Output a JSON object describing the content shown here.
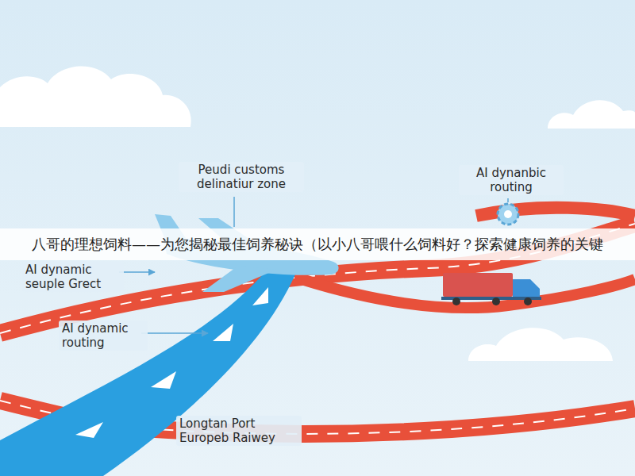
{
  "diagram": {
    "labels": [
      "Peudi customs delinatiur zone",
      "AI dynanbic routing",
      "AI dynamic seuple Grect",
      "AI dynamic routing",
      "Longtan Port Europeb Raiwey",
      "八哥的理想饲料——为您揭秘最佳饲养秘诀（以小八哥喂什么饲料好？探索健康饲养的关键"
    ]
  }
}
